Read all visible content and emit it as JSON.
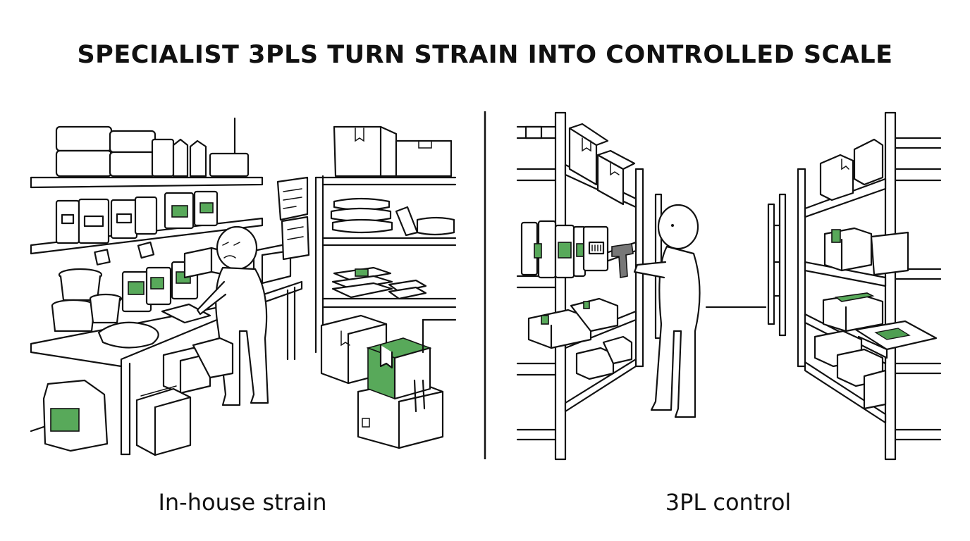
{
  "title": "SPECIALIST 3PLS TURN STRAIN INTO CONTROLLED SCALE",
  "panels": [
    {
      "caption": "In-house strain"
    },
    {
      "caption": "3PL control"
    }
  ],
  "colors": {
    "accent": "#58a95a",
    "ink": "#111111",
    "background": "#ffffff",
    "scanner": "#777777"
  }
}
